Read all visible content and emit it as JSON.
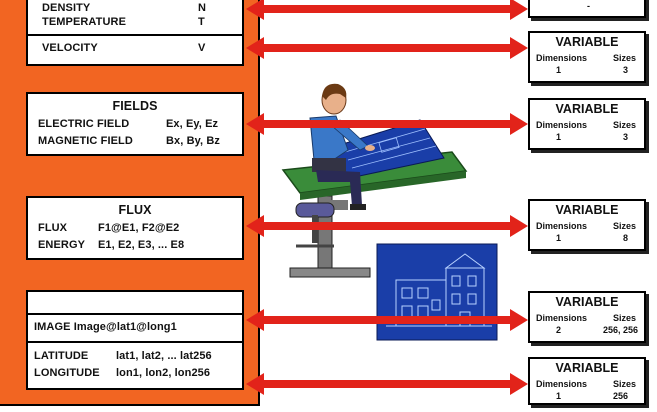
{
  "top_box": {
    "row1_label": "DENSITY",
    "row1_sym": "N",
    "row2_label": "TEMPERATURE",
    "row2_sym": "T",
    "row3_label": "VELOCITY",
    "row3_sym": "V"
  },
  "fields_box": {
    "title": "FIELDS",
    "row1_label": "ELECTRIC FIELD",
    "row1_vals": "Ex, Ey, Ez",
    "row2_label": "MAGNETIC FIELD",
    "row2_vals": "Bx, By, Bz"
  },
  "flux_box": {
    "title": "FLUX",
    "row1_label": "FLUX",
    "row1_vals": "F1@E1, F2@E2",
    "row2_label": "ENERGY",
    "row2_vals": "E1, E2, E3, ... E8"
  },
  "image_box": {
    "image_row": "IMAGE Image@lat1@long1",
    "lat_label": "LATITUDE",
    "lat_vals": "lat1, lat2, ... lat256",
    "lon_label": "LONGITUDE",
    "lon_vals": "lon1, lon2, lon256"
  },
  "variables": [
    {
      "title": "",
      "dims_label": "",
      "sizes_label": "",
      "dims": "",
      "sizes": "-"
    },
    {
      "title": "VARIABLE",
      "dims_label": "Dimensions",
      "sizes_label": "Sizes",
      "dims": "1",
      "sizes": "3"
    },
    {
      "title": "VARIABLE",
      "dims_label": "Dimensions",
      "sizes_label": "Sizes",
      "dims": "1",
      "sizes": "3"
    },
    {
      "title": "VARIABLE",
      "dims_label": "Dimensions",
      "sizes_label": "Sizes",
      "dims": "1",
      "sizes": "8"
    },
    {
      "title": "VARIABLE",
      "dims_label": "Dimensions",
      "sizes_label": "Sizes",
      "dims": "2",
      "sizes": "256, 256"
    },
    {
      "title": "VARIABLE",
      "dims_label": "Dimensions",
      "sizes_label": "Sizes",
      "dims": "1",
      "sizes": "256"
    }
  ],
  "colors": {
    "panel": "#f26522",
    "arrow": "#e2231a",
    "blueprint": "#1a3ea8",
    "table": "#3a8c3a"
  }
}
